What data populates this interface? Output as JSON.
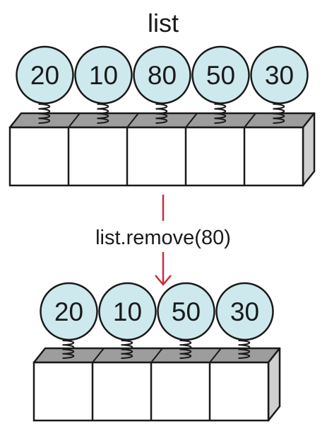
{
  "title": "list",
  "operation": "list.remove(80)",
  "before": {
    "values": [
      "20",
      "10",
      "80",
      "50",
      "30"
    ]
  },
  "after": {
    "values": [
      "20",
      "10",
      "50",
      "30"
    ]
  },
  "colors": {
    "ball_fill": "#cde9ee",
    "outline": "#1a1a1a",
    "box_top": "#9d9d9d",
    "box_side": "#cfcfcf",
    "arrow": "#d12a3a"
  },
  "icons": {
    "spring": "spring-coil-icon",
    "arrow": "arrow-down-icon"
  }
}
